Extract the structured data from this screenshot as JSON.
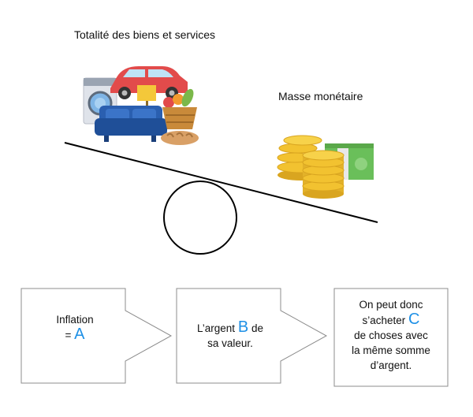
{
  "scene": {
    "goods_label": "Totalité des biens et services",
    "money_label": "Masse monétaire",
    "goods_icon": "consumer-goods-cluster-icon",
    "money_icon": "coins-and-banknotes-icon",
    "colors": {
      "car": "#e24b4b",
      "sofa": "#2a5fb0",
      "basket": "#c98a3a",
      "coin": "#f2c230",
      "banknote": "#6abf5a"
    }
  },
  "flow": {
    "box1": {
      "text": "Inflation",
      "eq": "=",
      "slot": "A"
    },
    "box2": {
      "before": "L’argent",
      "slot": "B",
      "after": "de",
      "line2": "sa valeur."
    },
    "box3": {
      "line1": "On peut donc",
      "line2_before": "s’acheter",
      "slot": "C",
      "line3": "de choses avec",
      "line4": "la même somme",
      "line5": "d’argent."
    },
    "slot_color": "#1e90e6"
  }
}
